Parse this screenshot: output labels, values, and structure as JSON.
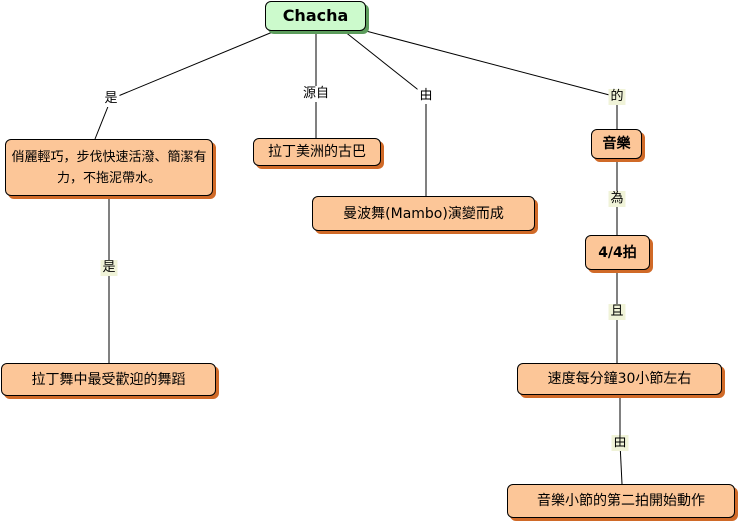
{
  "root": {
    "label": "Chacha"
  },
  "nodes": {
    "n1": "俏麗輕巧，步伐快速活潑、簡潔有力，不拖泥帶水。",
    "n2": "拉丁美洲的古巴",
    "n3": "曼波舞(Mambo)演變而成",
    "n4": "音樂",
    "n5": "拉丁舞中最受歡迎的舞蹈",
    "n6": "4/4拍",
    "n7": "速度每分鐘30小節左右",
    "n8": "音樂小節的第二拍開始動作"
  },
  "links": {
    "l1": "是",
    "l2": "源自",
    "l3": "由",
    "l4": "的",
    "l5": "是",
    "l6": "為",
    "l7": "且",
    "l8": "由"
  }
}
